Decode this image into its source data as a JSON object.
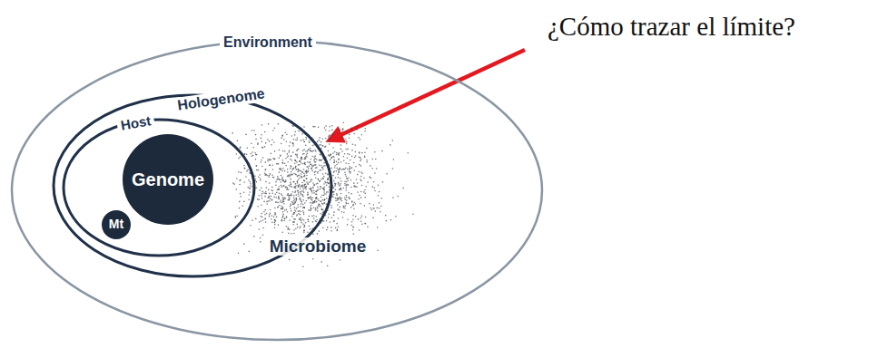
{
  "diagram": {
    "nodes": [
      {
        "text": [
          "Environment"
        ]
      },
      {
        "text": [
          "Hologenome"
        ],
        "in": 0
      },
      {
        "text": [
          "Host"
        ],
        "in": 1
      },
      {
        "text": [
          "Genome"
        ],
        "in": 2
      },
      {
        "text": [
          "Mt"
        ],
        "in": 2
      },
      {
        "text": [
          "Microbiome"
        ],
        "in": 0
      }
    ],
    "labels": [
      "¿Cómo trazar el límite?"
    ]
  }
}
